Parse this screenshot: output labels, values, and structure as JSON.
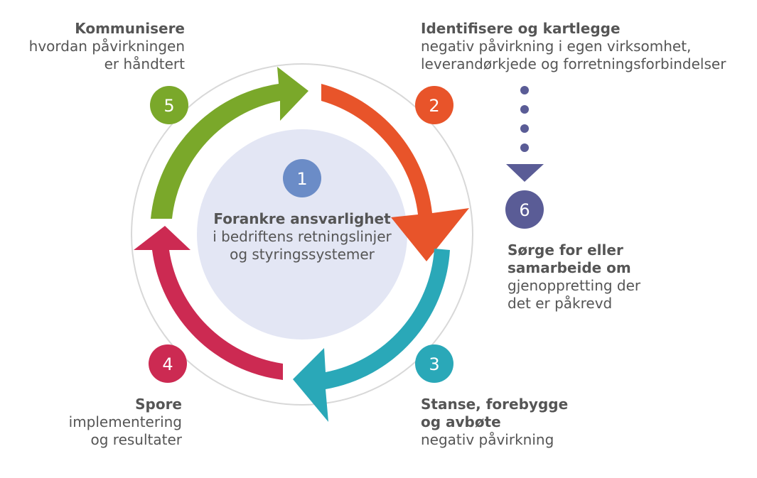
{
  "center": {
    "number": "1",
    "heading": "Forankre ansvarlighet",
    "line1": "i bedriftens retningslinjer",
    "line2": "og styringssystemer"
  },
  "steps": [
    {
      "number": "2",
      "heading": "Identifisere og kartlegge",
      "line1": "negativ påvirkning i egen virksomhet,",
      "line2": "leverandørkjede og forretningsforbindelser"
    },
    {
      "number": "3",
      "heading1": "Stanse, forebygge",
      "heading2": "og avbøte",
      "line1": "negativ påvirkning"
    },
    {
      "number": "4",
      "heading": "Spore",
      "line1": "implementering",
      "line2": "og resultater"
    },
    {
      "number": "5",
      "heading": "Kommunisere",
      "line1": "hvordan påvirkningen",
      "line2": "er håndtert"
    },
    {
      "number": "6",
      "heading1": "Sørge for eller",
      "heading2": "samarbeide om",
      "line1": "gjenoppretting der",
      "line2": "det er påkrevd"
    }
  ],
  "colors": {
    "center_fill": "#e3e6f4",
    "ring": "#d8d8d8",
    "step1": "#6b8cc7",
    "step2": "#e8542a",
    "step3": "#2aa8b8",
    "step4": "#cc2a52",
    "step5": "#7aa82a",
    "step6": "#5a5c96"
  }
}
